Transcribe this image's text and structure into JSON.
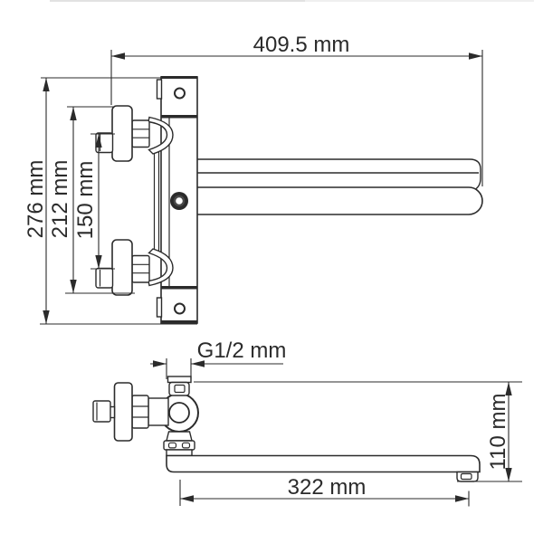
{
  "drawing": {
    "background": "#ffffff",
    "line_color": "#2b2b2b",
    "views": {
      "top_view": "front installation view",
      "side_view": "side profile view"
    },
    "dimensions": {
      "total_length": "409.5 mm",
      "overall_height": "276 mm",
      "handles_span": "212 mm",
      "centers_distance": "150 mm",
      "thread": "G1/2 mm",
      "spout_reach": "322 mm",
      "spout_drop": "110 mm"
    }
  }
}
